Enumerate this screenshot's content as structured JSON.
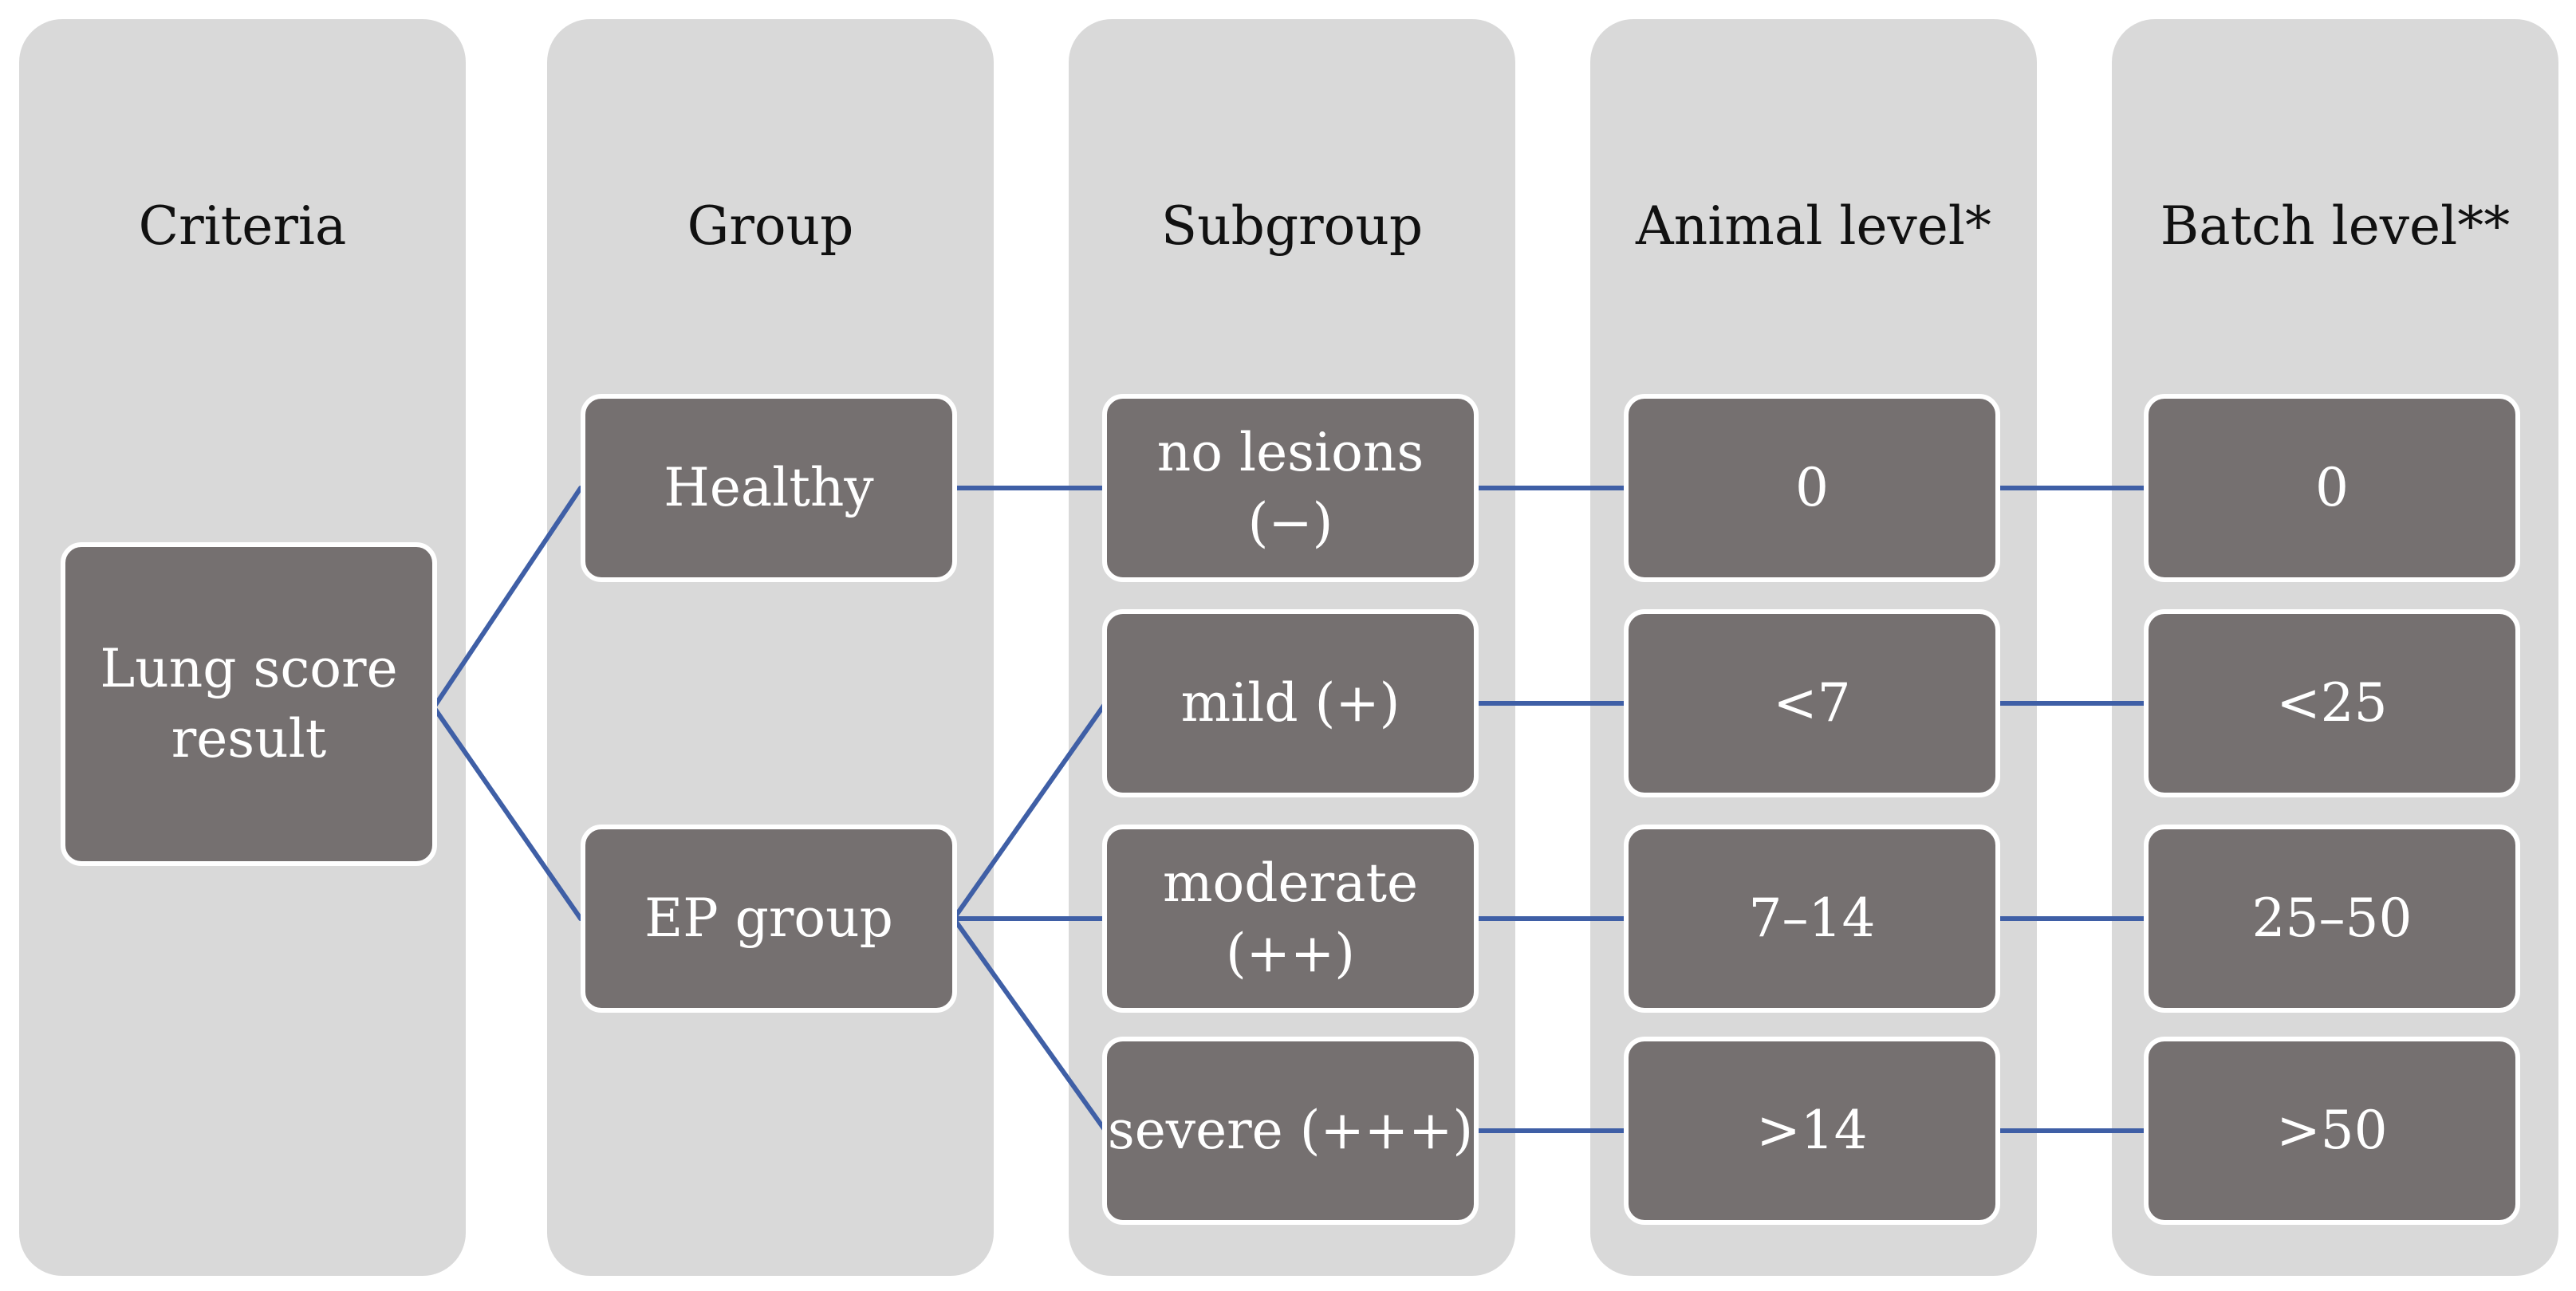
{
  "columns": [
    {
      "id": "criteria",
      "title": "Criteria"
    },
    {
      "id": "group",
      "title": "Group"
    },
    {
      "id": "subgroup",
      "title": "Subgroup"
    },
    {
      "id": "animal",
      "title": "Animal level*"
    },
    {
      "id": "batch",
      "title": "Batch level**"
    }
  ],
  "nodes": {
    "lung_score": "Lung score\nresult",
    "healthy": "Healthy",
    "ep_group": "EP group",
    "no_lesions": "no lesions (−)",
    "mild": "mild (+)",
    "moderate": "moderate\n(++)",
    "severe": "severe (+++)",
    "animal_0": "0",
    "animal_lt7": "<7",
    "animal_7_14": "7–14",
    "animal_gt14": ">14",
    "batch_0": "0",
    "batch_lt25": "<25",
    "batch_25_50": "25–50",
    "batch_gt50": ">50"
  },
  "colors": {
    "column_bg": "#d9d9d9",
    "node_fill": "#757070",
    "node_border": "#ffffff",
    "connector": "#3f5fa6",
    "title_text": "#111111",
    "node_text": "#ffffff"
  }
}
